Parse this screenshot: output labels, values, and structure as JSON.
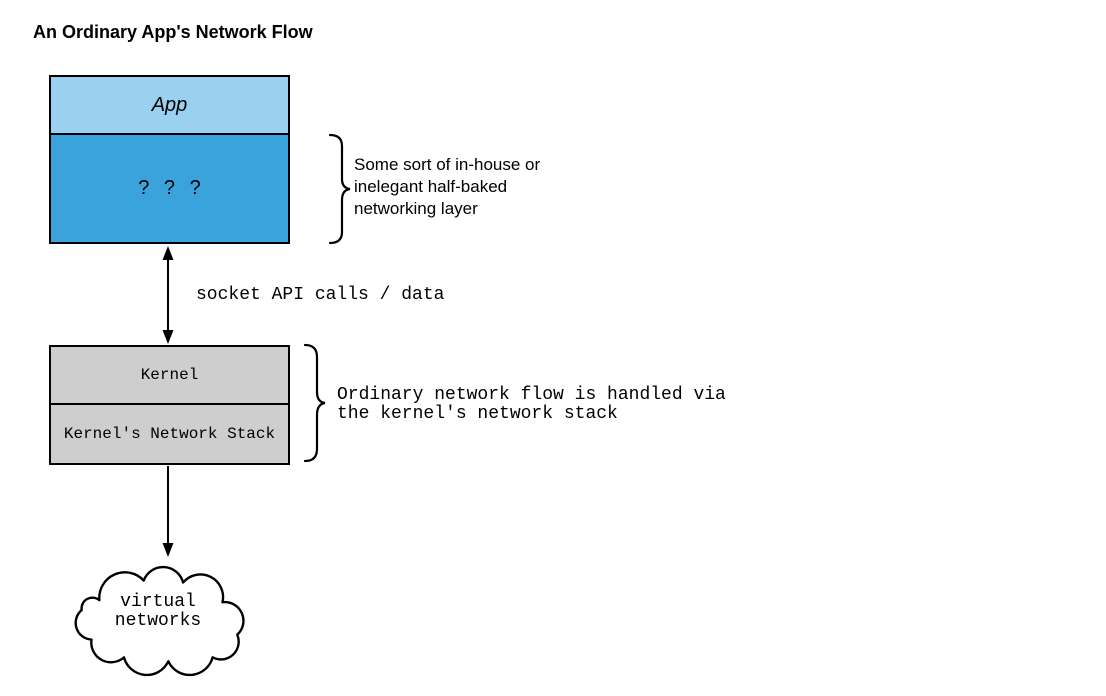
{
  "title": "An Ordinary App's Network Flow",
  "app_stack": {
    "app": "App",
    "unknown_layer": "? ? ?"
  },
  "kernel_stack": {
    "kernel": "Kernel",
    "network_stack": "Kernel's Network Stack"
  },
  "arrows": {
    "socket_label": "socket API calls / data"
  },
  "annotations": {
    "networking_layer": {
      "lines": [
        "Some sort of in-house or",
        "inelegant half-baked",
        "networking layer"
      ]
    },
    "kernel_flow": {
      "lines": [
        "Ordinary network flow is handled via",
        "the kernel's network stack"
      ]
    }
  },
  "cloud": {
    "lines": [
      "virtual",
      "networks"
    ]
  },
  "colors": {
    "app_fill": "#9ad0f0",
    "unknown_layer_fill": "#3ba3dc",
    "kernel_fill": "#cecece",
    "outline": "#000000",
    "background": "#ffffff"
  }
}
